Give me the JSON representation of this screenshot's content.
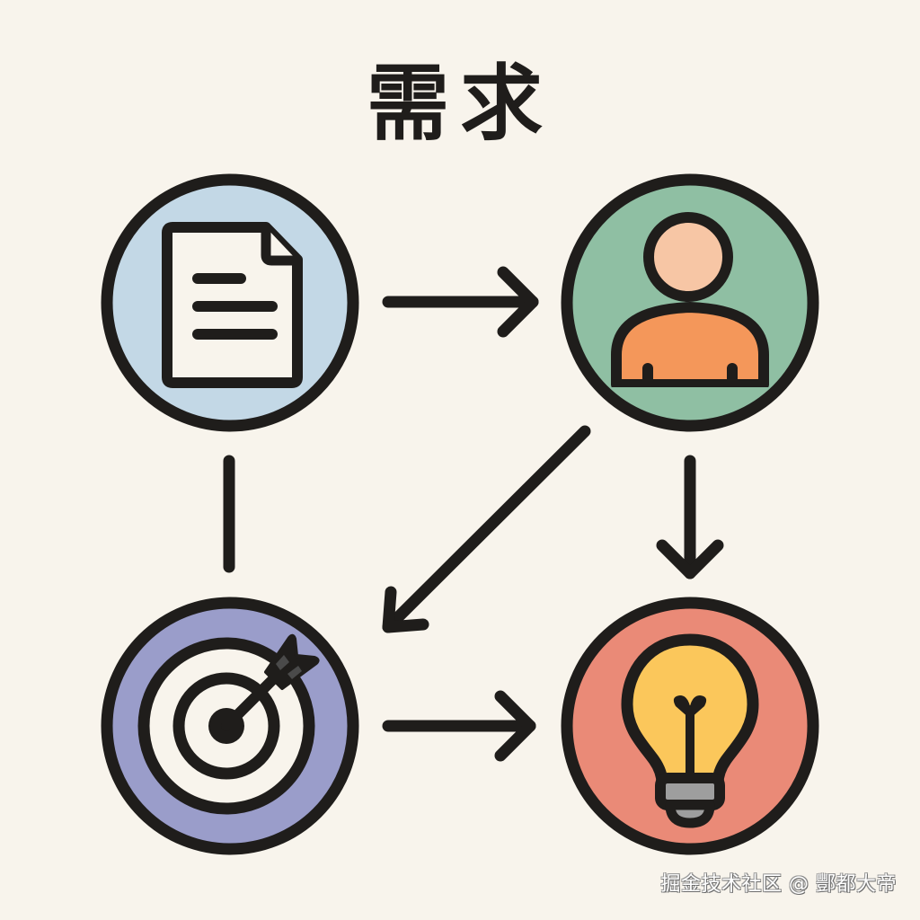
{
  "title": "需求",
  "watermark": "掘金技术社区 @ 酆都大帝",
  "colors": {
    "background": "#f8f4ec",
    "stroke": "#1f1d1b",
    "document_circle": "#c3d8e6",
    "person_circle": "#8fbfa3",
    "target_circle": "#9a9dca",
    "bulb_circle": "#ea8a77",
    "paper": "#f8f4ec",
    "head": "#f7c6a5",
    "body": "#f4975a",
    "bulb_glass": "#fbc75b",
    "bulb_base": "#9e9e9e"
  },
  "nodes": [
    {
      "id": "document",
      "icon": "document-icon",
      "position": "top-left"
    },
    {
      "id": "person",
      "icon": "person-icon",
      "position": "top-right"
    },
    {
      "id": "target",
      "icon": "target-icon",
      "position": "bottom-left"
    },
    {
      "id": "idea",
      "icon": "lightbulb-icon",
      "position": "bottom-right"
    }
  ],
  "edges": [
    {
      "from": "document",
      "to": "person",
      "type": "arrow"
    },
    {
      "from": "person",
      "to": "target",
      "type": "arrow"
    },
    {
      "from": "person",
      "to": "idea",
      "type": "arrow"
    },
    {
      "from": "document",
      "to": "target",
      "type": "line"
    },
    {
      "from": "target",
      "to": "idea",
      "type": "arrow"
    }
  ]
}
